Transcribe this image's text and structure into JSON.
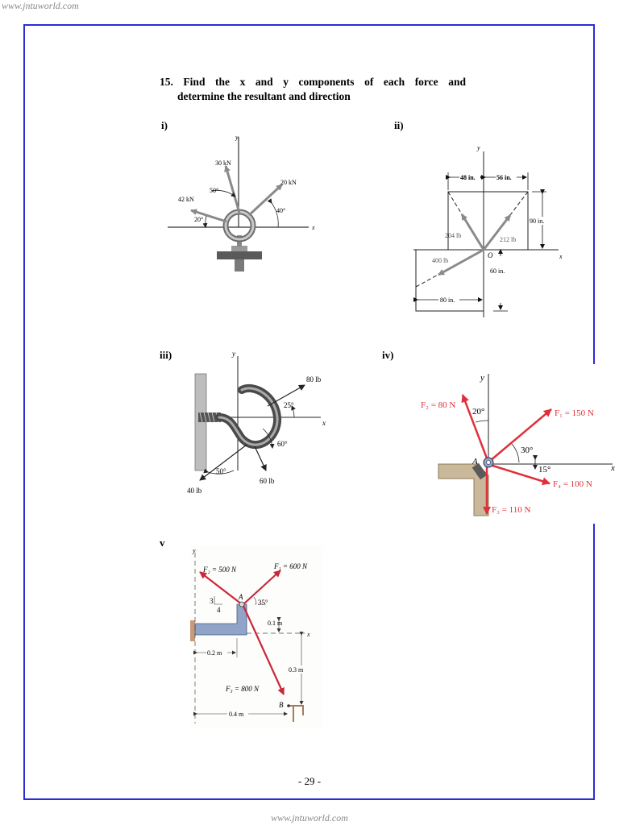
{
  "watermark": {
    "top": "www.jntuworld.com",
    "bottom": "www.jntuworld.com"
  },
  "question": {
    "line1": "15.  Find  the  x  and  y  components  of  each  force  and",
    "line2": "determine the resultant and direction"
  },
  "parts": {
    "i": {
      "label": "i)",
      "axis_x": "x",
      "axis_y": "y",
      "forces": [
        "30 kN",
        "20 kN",
        "42 kN"
      ],
      "angles": [
        "50°",
        "40°",
        "20°"
      ]
    },
    "ii": {
      "label": "ii)",
      "axis_x": "x",
      "axis_y": "y",
      "origin": "O",
      "dims": [
        "48 in.",
        "56 in.",
        "90 in.",
        "60 in.",
        "80 in."
      ],
      "forces": [
        "204 lb",
        "212 lb",
        "400 lb"
      ]
    },
    "iii": {
      "label": "iii)",
      "axis_x": "x",
      "axis_y": "y",
      "forces": [
        "80 lb",
        "40 lb",
        "60 lb"
      ],
      "angles": [
        "25°",
        "60°",
        "50°"
      ]
    },
    "iv": {
      "label": "iv)",
      "axis_x": "x",
      "axis_y": "y",
      "point": "A",
      "forces": [
        "F₂ = 80 N",
        "F₁ = 150 N",
        "F₄ = 100 N",
        "F₃ = 110 N"
      ],
      "angles": [
        "20°",
        "30°",
        "15°"
      ],
      "arrow_color": "#e0303a"
    },
    "v": {
      "label": "v",
      "axis_x": "x",
      "axis_y": "y",
      "point_a": "A",
      "point_b": "B",
      "forces": [
        "F₂ = 500 N",
        "F₁ = 600 N",
        "F₃ = 800 N"
      ],
      "angle": "35°",
      "slope": [
        "3",
        "4"
      ],
      "dims": [
        "0.1 m",
        "0.2 m",
        "0.3 m",
        "0.4 m"
      ],
      "arrow_color": "#c8283a"
    }
  },
  "page_number": "- 29 -"
}
